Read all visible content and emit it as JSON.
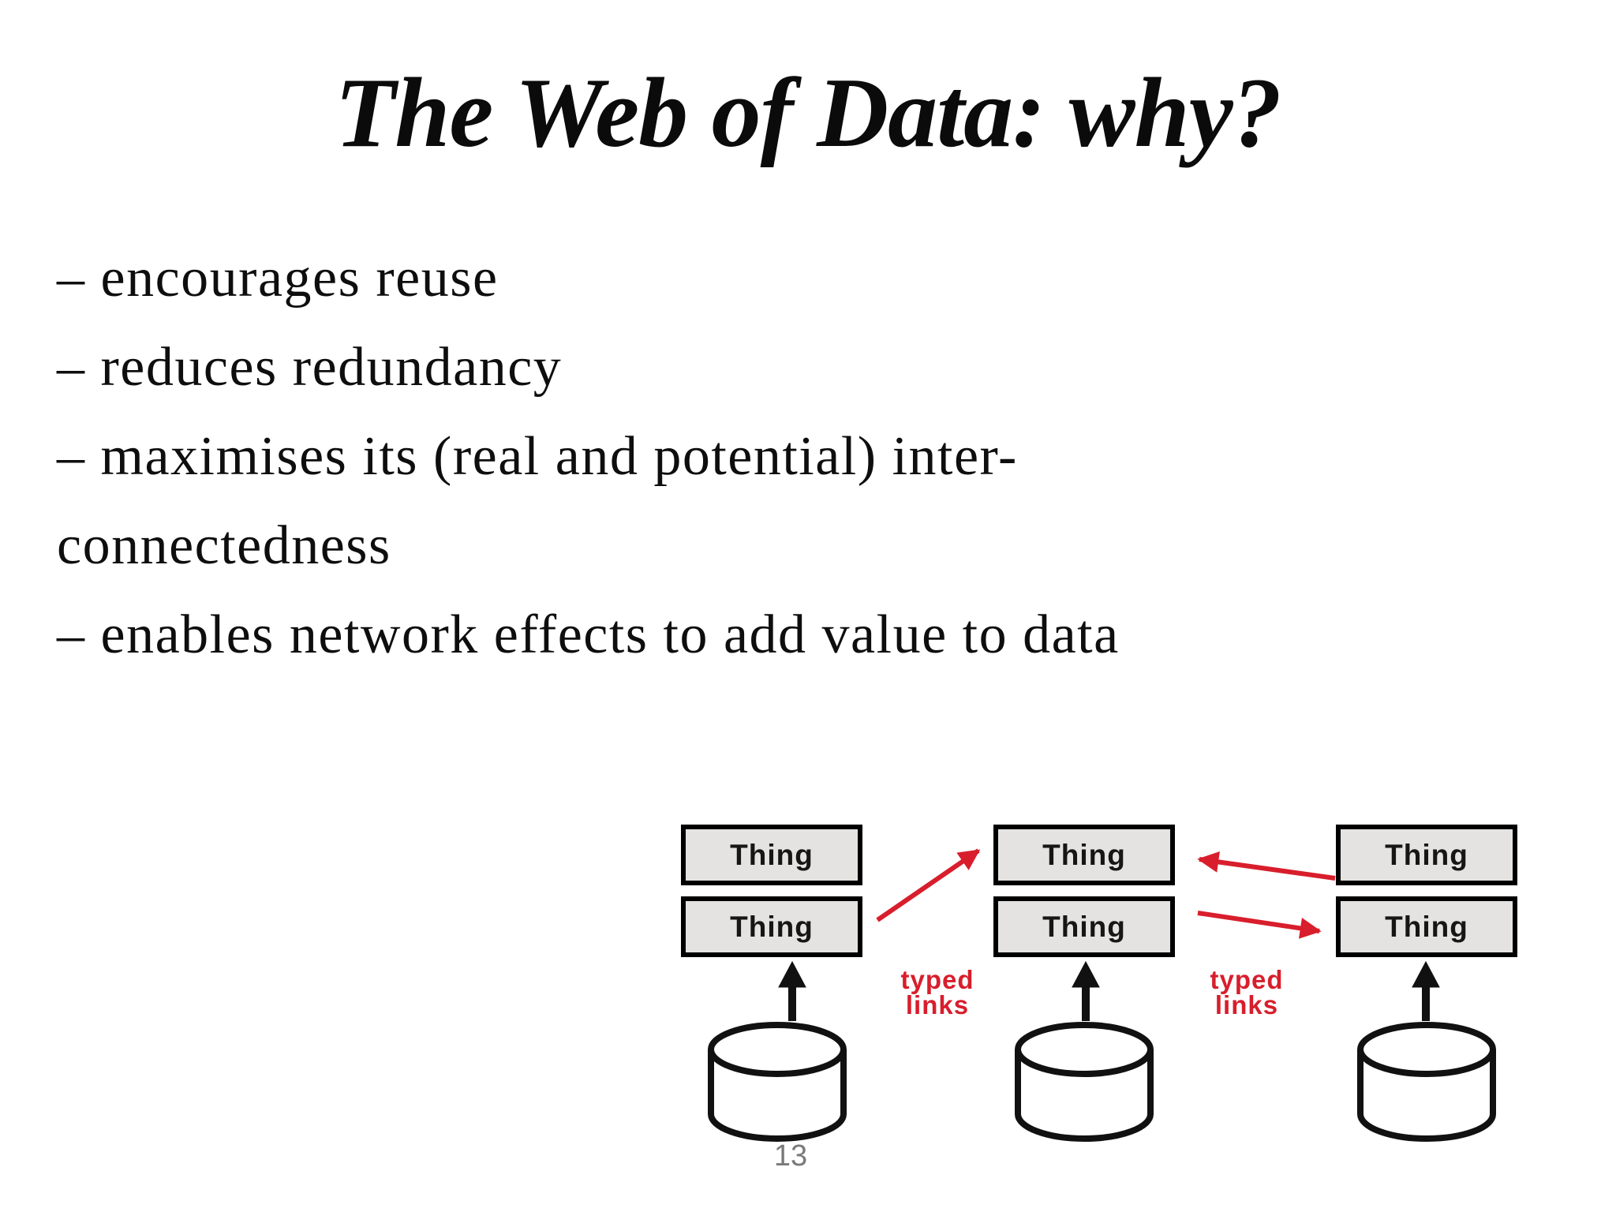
{
  "slide": {
    "title": "The Web of Data: why?",
    "bullets": [
      "– encourages reuse",
      "– reduces redundancy",
      "– maximises its (real and potential) inter-",
      "connectedness",
      "– enables network effects to add value to data"
    ],
    "page_number": "13"
  },
  "diagram": {
    "thing_label": "Thing",
    "typed_links_label": "typed links",
    "colors": {
      "link_red": "#d81e2c",
      "box_fill": "#e4e3e1",
      "box_border": "#000000",
      "arrow_black": "#111111",
      "page_number_gray": "#7a7a7a"
    }
  }
}
